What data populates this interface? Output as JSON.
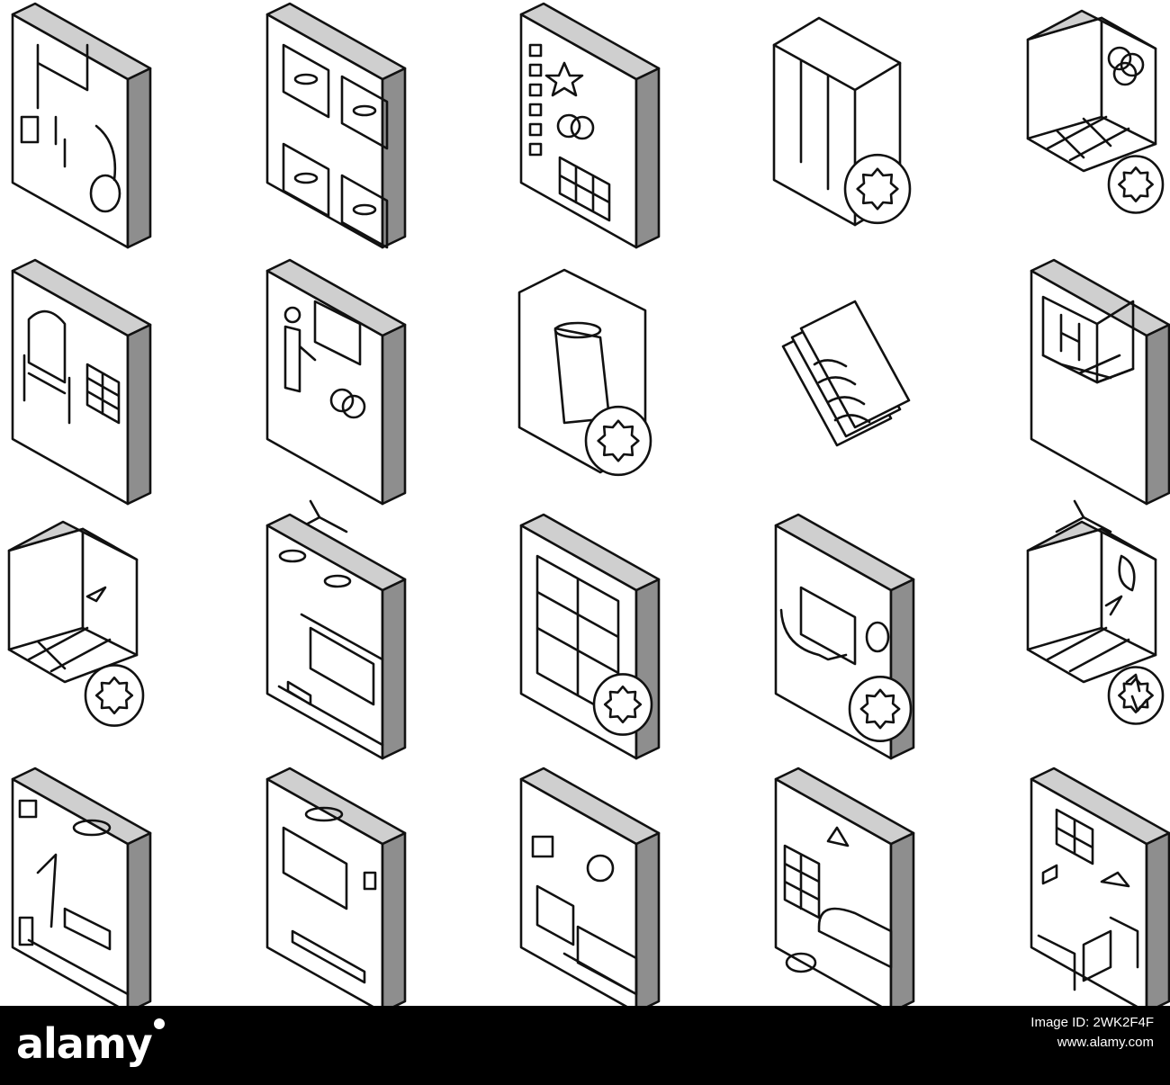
{
  "page": {
    "background": "#ffffff",
    "line_color": "#111111",
    "side_shade": "#8e8e8e",
    "top_shade": "#cfcfcf"
  },
  "icon_grid": {
    "rows": [
      [
        "floor-plan-icon",
        "kitchen-cabinets-icon",
        "mood-board-icon",
        "room-settings-icon",
        "color-palette-room-icon"
      ],
      [
        "armchair-design-icon",
        "designer-consultation-monitor-icon",
        "lighting-settings-icon",
        "material-samples-icon",
        "room-design-monitor-icon"
      ],
      [
        "flooring-settings-icon",
        "tv-wall-unit-icon",
        "shelving-settings-icon",
        "bathroom-settings-icon",
        "eco-recycle-room-icon"
      ],
      [
        "office-interior-icon",
        "living-room-tv-icon",
        "bedroom-interior-icon",
        "cozy-living-room-icon",
        "loft-interior-icon"
      ]
    ]
  },
  "watermark": {
    "brand": "alamy",
    "image_id_label": "Image ID: 2WK2F4F",
    "url": "www.alamy.com",
    "bar_color": "#000000",
    "text_color": "#ffffff"
  }
}
